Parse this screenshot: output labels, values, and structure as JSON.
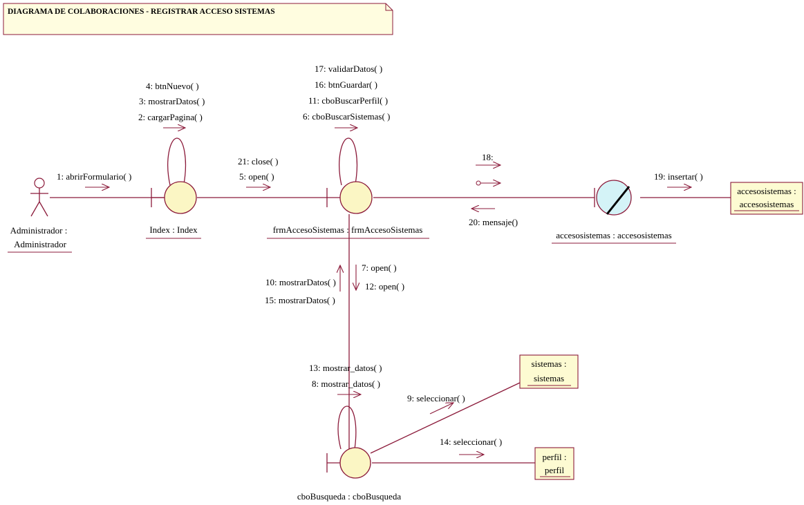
{
  "title": "DIAGRAMA DE COLABORACIONES - REGISTRAR ACCESO SISTEMAS",
  "objects": {
    "actor": {
      "name": "Administrador :",
      "type": "Administrador"
    },
    "index": {
      "label": "Index : Index"
    },
    "frm": {
      "label": "frmAccesoSistemas : frmAccesoSistemas"
    },
    "entity": {
      "label": "accesosistemas : accesosistemas"
    },
    "cbo": {
      "label": "cboBusqueda : cboBusqueda"
    },
    "table_acceso": {
      "name": "accesosistemas :",
      "type": "accesosistemas"
    },
    "table_sistemas": {
      "name": "sistemas :",
      "type": "sistemas"
    },
    "table_perfil": {
      "name": "perfil :",
      "type": "perfil"
    }
  },
  "messages": {
    "m1": "1: abrirFormulario( )",
    "m4": "4: btnNuevo( )",
    "m3": "3: mostrarDatos( )",
    "m2": "2: cargarPagina( )",
    "m21": "21: close( )",
    "m5": "5: open( )",
    "m17": "17: validarDatos( )",
    "m16": "16: btnGuardar( )",
    "m11": "11: cboBuscarPerfil( )",
    "m6": "6: cboBuscarSistemas( )",
    "m18": "18:",
    "m20": "20: mensaje()",
    "m19": "19: insertar( )",
    "m7": "7: open( )",
    "m12": "12: open( )",
    "m10": "10: mostrarDatos( )",
    "m15": "15: mostrarDatos( )",
    "m13": "13: mostrar_datos( )",
    "m8": "8: mostrar_datos( )",
    "m9": "9: seleccionar( )",
    "m14": "14: seleccionar( )"
  },
  "colors": {
    "line": "#8b1a3a",
    "object_fill": "#fbf6c4",
    "entity_fill": "#d4f3f7"
  }
}
